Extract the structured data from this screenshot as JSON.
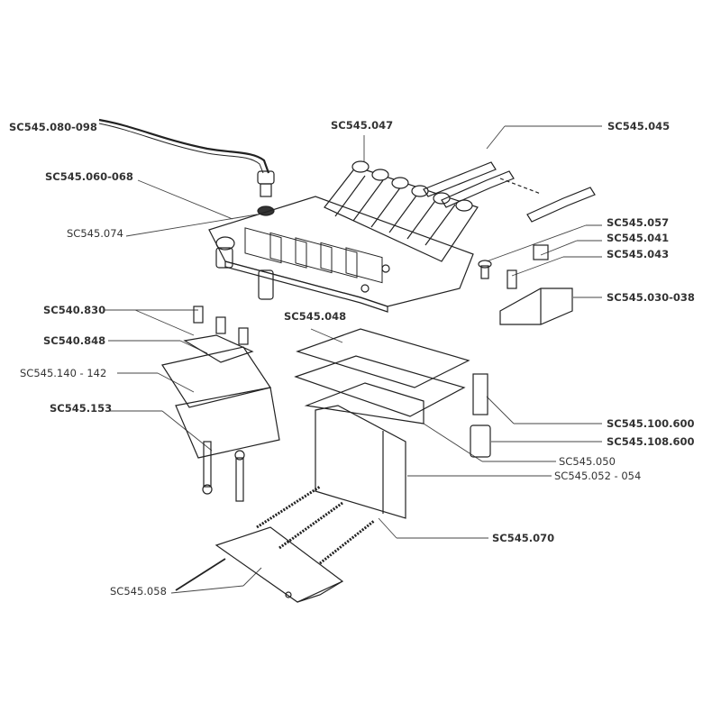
{
  "diagram": {
    "labels": {
      "arm": "SC545.080-098",
      "fine_tuner_knob": "SC545.047",
      "string_lock_screw": "SC545.045",
      "arm_collar": "SC545.060-068",
      "arm_socket": "SC545.074",
      "screw_057": "SC545.057",
      "block_041": "SC545.041",
      "screw_043": "SC545.043",
      "saddle": "SC545.030-038",
      "nut_screws": "SC540.830",
      "tuner_springs": "SC545.048",
      "lock_nut": "SC540.848",
      "shim": "SC545.140 - 142",
      "body_screws": "SC545.153",
      "stud": "SC545.100.600",
      "stud_anchor": "SC545.108.600",
      "plate_050": "SC545.050",
      "sustain_block": "SC545.052 - 054",
      "springs": "SC545.070",
      "spring_claw": "SC545.058"
    }
  }
}
